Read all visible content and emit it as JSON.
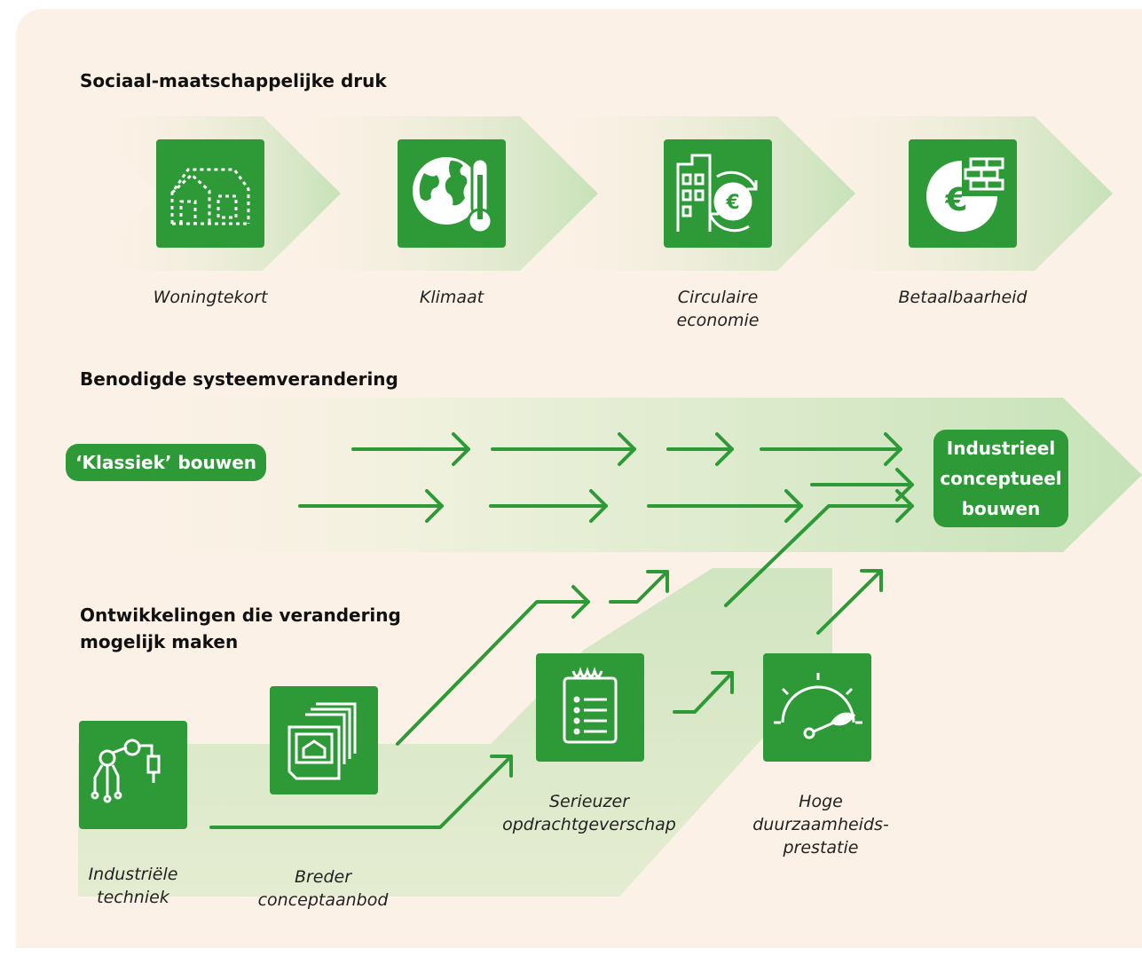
{
  "colors": {
    "accent": "#2e9a37",
    "background": "#fcf1e6",
    "band": "#c9e4bd"
  },
  "section_pressure": {
    "title": "Sociaal-maatschappelijke druk",
    "items": [
      {
        "label": "Woningtekort",
        "icon": "house-outline-icon"
      },
      {
        "label": "Klimaat",
        "icon": "globe-thermometer-icon"
      },
      {
        "label": "Circulaire economie",
        "icon": "building-euro-cycle-icon"
      },
      {
        "label": "Betaalbaarheid",
        "icon": "euro-brick-pie-icon"
      }
    ]
  },
  "section_change": {
    "title": "Benodigde systeemverandering",
    "start_label": "‘Klassiek’ bouwen",
    "end_label": "Industrieel conceptueel bouwen"
  },
  "section_enablers": {
    "title": "Ontwikkelingen die verandering mogelijk maken",
    "items": [
      {
        "label": "Industriële techniek",
        "icon": "robot-arm-icon"
      },
      {
        "label": "Breder conceptaanbod",
        "icon": "stacked-documents-icon"
      },
      {
        "label": "Serieuzer opdrachtgeverschap",
        "icon": "clipboard-list-icon"
      },
      {
        "label": "Hoge duurzaamheids-prestatie",
        "icon": "gauge-leaf-icon"
      }
    ]
  }
}
